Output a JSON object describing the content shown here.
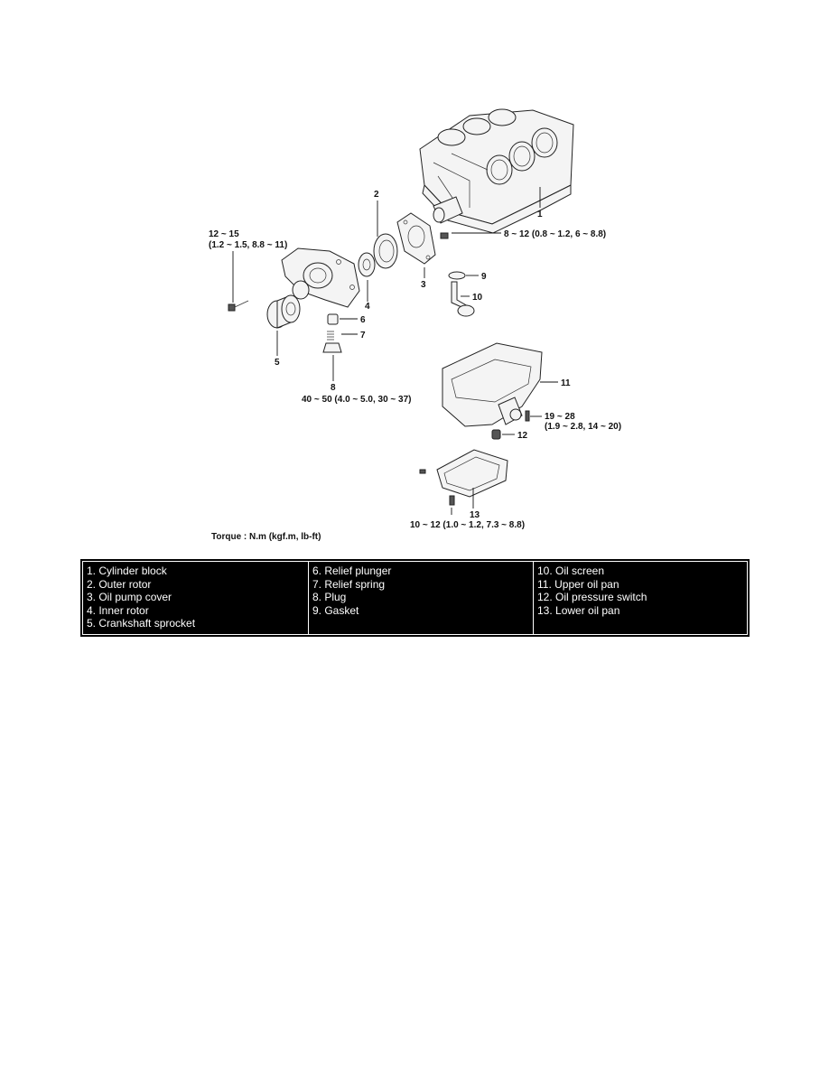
{
  "diagram": {
    "callouts": [
      "1",
      "2",
      "3",
      "4",
      "5",
      "6",
      "7",
      "8",
      "9",
      "10",
      "11",
      "12",
      "13"
    ],
    "torque_specs": {
      "pump_bolt_line1": "12 ~ 15",
      "pump_bolt_line2": "(1.2 ~ 1.5, 8.8 ~ 11)",
      "cover_bolt": "8 ~ 12 (0.8 ~ 1.2, 6 ~ 8.8)",
      "plug_line1": "40 ~ 50 (4.0 ~ 5.0, 30 ~ 37)",
      "upper_pan_line1": "19 ~ 28",
      "upper_pan_line2": "(1.9 ~ 2.8, 14 ~ 20)",
      "lower_pan": "10 ~ 12 (1.0 ~ 1.2, 7.3 ~ 8.8)"
    },
    "torque_unit_note": "Torque : N.m (kgf.m, lb-ft)"
  },
  "legend": {
    "columns": [
      [
        "1. Cylinder block",
        "2. Outer rotor",
        "3. Oil pump cover",
        "4. Inner rotor",
        "5. Crankshaft sprocket"
      ],
      [
        "6. Relief plunger",
        "7. Relief spring",
        "8. Plug",
        "9. Gasket"
      ],
      [
        "10. Oil screen",
        "11. Upper oil pan",
        "12. Oil pressure switch",
        "13. Lower oil pan"
      ]
    ]
  }
}
